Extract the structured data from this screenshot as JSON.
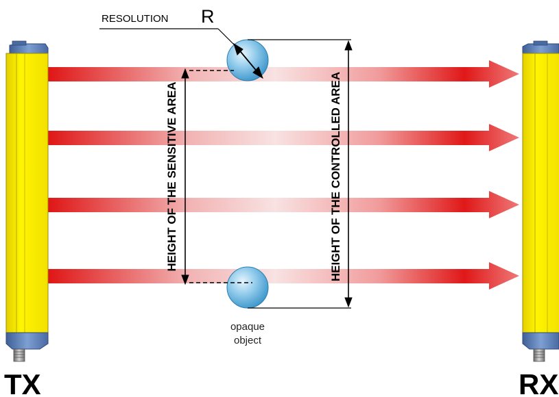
{
  "labels": {
    "resolution": "RESOLUTION",
    "resolution_symbol": "R",
    "sensitive_height": "HEIGHT OF THE SENSITIVE AREA",
    "controlled_height": "HEIGHT OF THE CONTROLLED AREA",
    "object_line1": "opaque",
    "object_line2": "object",
    "tx": "TX",
    "rx": "RX"
  },
  "colors": {
    "beam_dark": "#e11b1b",
    "beam_light": "#f6d6d6",
    "housing_yellow": "#fff200",
    "cap_blue": "#5b7fb8",
    "object_blue": "#2d8fc9"
  }
}
